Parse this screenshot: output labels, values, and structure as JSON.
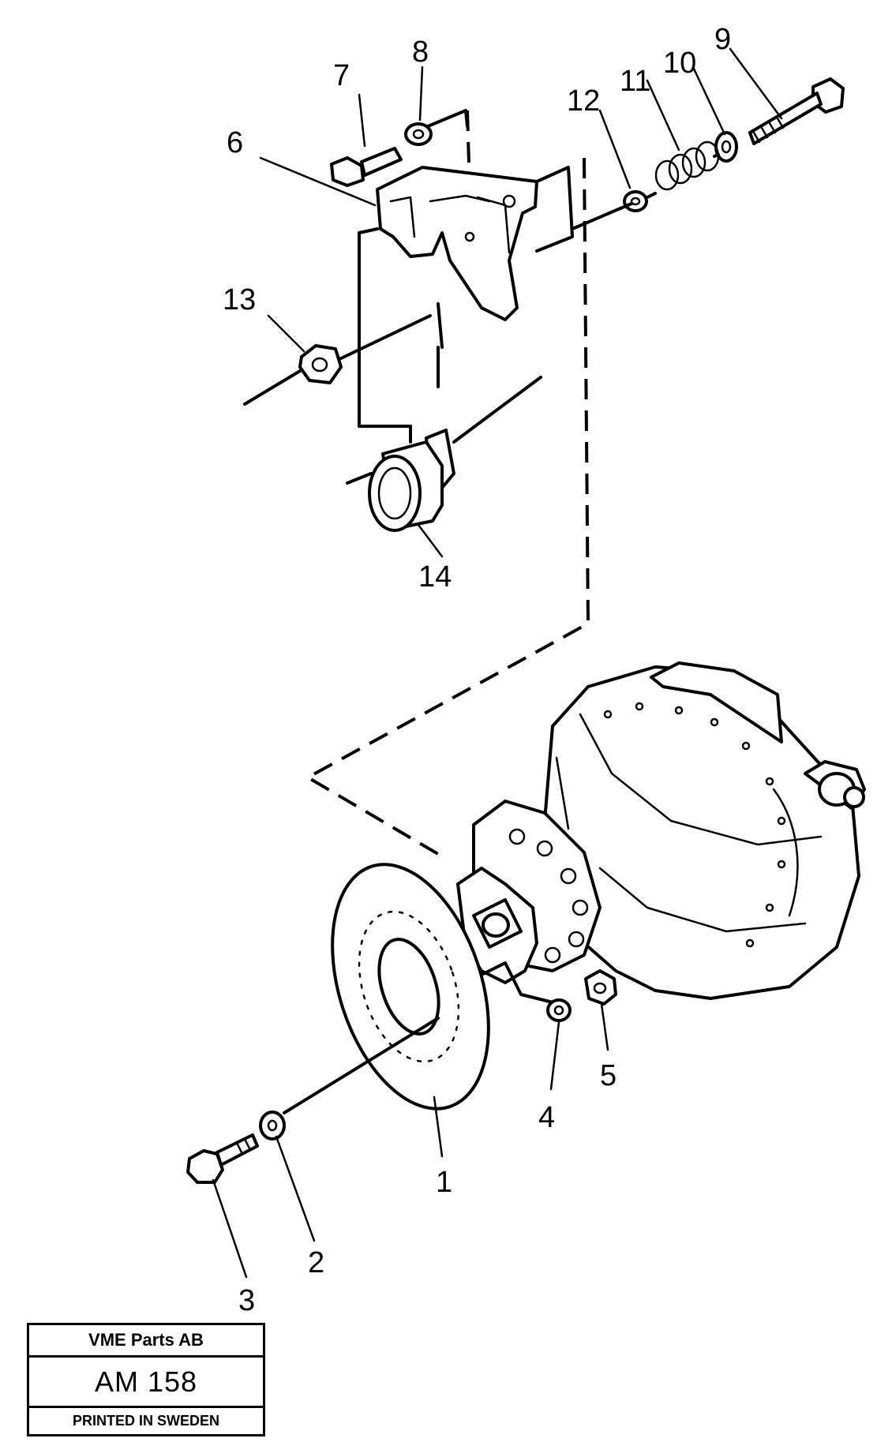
{
  "diagram": {
    "callouts": [
      "1",
      "2",
      "3",
      "4",
      "5",
      "6",
      "7",
      "8",
      "9",
      "10",
      "11",
      "12",
      "13",
      "14"
    ]
  },
  "title_block": {
    "company": "VME Parts AB",
    "code": "AM 158",
    "printed": "PRINTED IN SWEDEN"
  }
}
